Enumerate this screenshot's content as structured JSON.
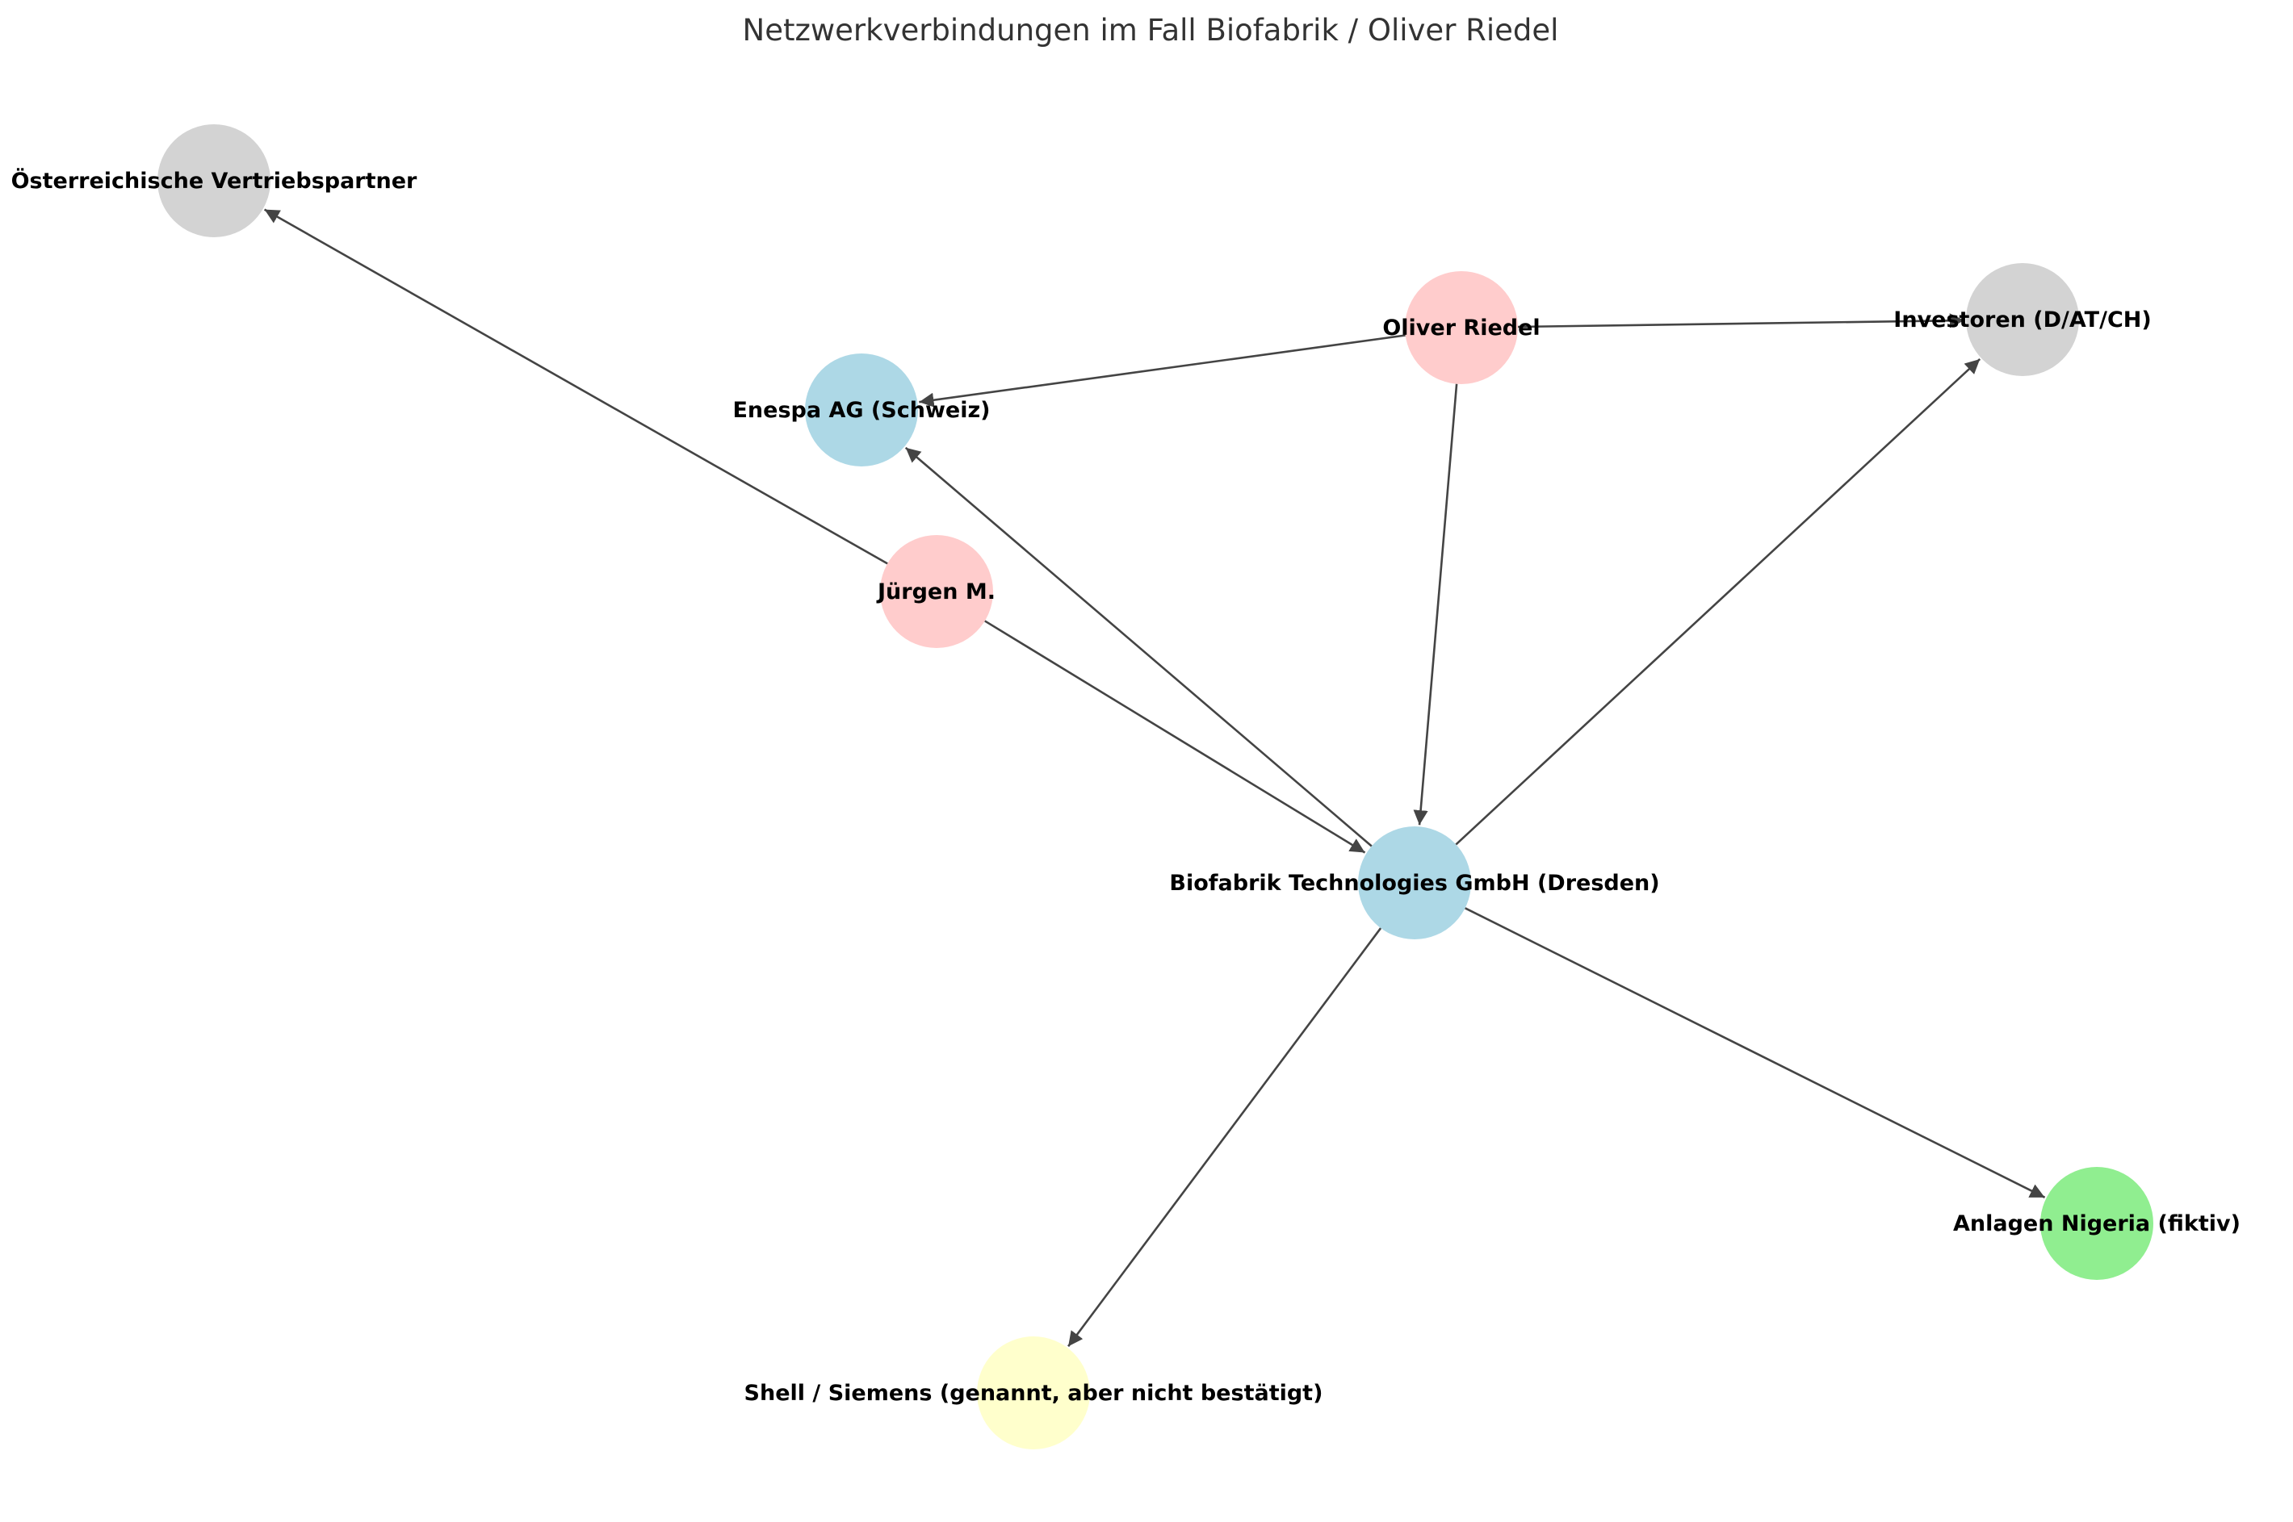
{
  "title": "Netzwerkverbindungen im Fall Biofabrik / Oliver Riedel",
  "colors": {
    "person": "#ffcccc",
    "company": "#add8e6",
    "unverified": "#d3d3d3",
    "claimed_partner": "#ffffcc",
    "fictitious": "#90ee90",
    "edge": "#444444"
  },
  "nodes": [
    {
      "id": "oevp",
      "label": "Österreichische Vertriebspartner",
      "group": "unverified"
    },
    {
      "id": "riedel",
      "label": "Oliver Riedel",
      "group": "person"
    },
    {
      "id": "investoren",
      "label": "Investoren (D/AT/CH)",
      "group": "unverified"
    },
    {
      "id": "enespa",
      "label": "Enespa AG (Schweiz)",
      "group": "company"
    },
    {
      "id": "juergen",
      "label": "Jürgen M.",
      "group": "person"
    },
    {
      "id": "biofabrik",
      "label": "Biofabrik Technologies GmbH (Dresden)",
      "group": "company"
    },
    {
      "id": "nigeria",
      "label": "Anlagen Nigeria (fiktiv)",
      "group": "fictitious"
    },
    {
      "id": "shell",
      "label": "Shell / Siemens (genannt, aber nicht bestätigt)",
      "group": "claimed_partner"
    }
  ],
  "edges": [
    {
      "from": "riedel",
      "to": "enespa"
    },
    {
      "from": "riedel",
      "to": "investoren"
    },
    {
      "from": "riedel",
      "to": "biofabrik"
    },
    {
      "from": "juergen",
      "to": "oevp"
    },
    {
      "from": "juergen",
      "to": "biofabrik"
    },
    {
      "from": "biofabrik",
      "to": "enespa"
    },
    {
      "from": "biofabrik",
      "to": "investoren"
    },
    {
      "from": "biofabrik",
      "to": "nigeria"
    },
    {
      "from": "biofabrik",
      "to": "shell"
    }
  ]
}
